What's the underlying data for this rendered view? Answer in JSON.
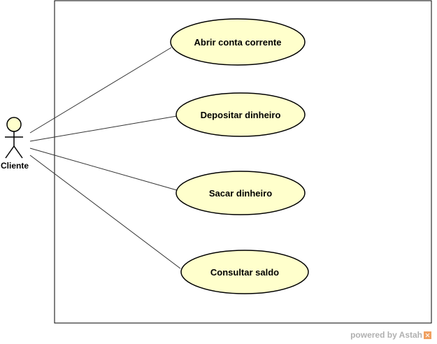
{
  "actor": {
    "name": "Cliente"
  },
  "use_cases": [
    {
      "label": "Abrir conta corrente"
    },
    {
      "label": "Depositar dinheiro"
    },
    {
      "label": "Sacar dinheiro"
    },
    {
      "label": "Consultar saldo"
    }
  ],
  "footer": {
    "text": "powered by Astah",
    "logo_icon": "astah-logo-icon"
  },
  "colors": {
    "use_case_fill": "#ffffcc",
    "stroke": "#000000",
    "footer_text": "#b0b0b0",
    "logo": "#f0a060"
  }
}
